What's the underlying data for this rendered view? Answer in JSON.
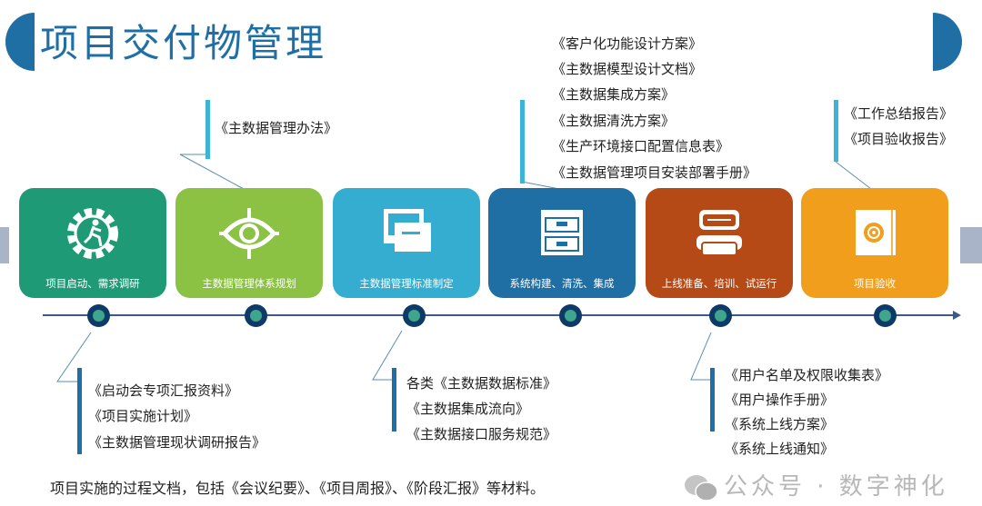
{
  "title": "项目交付物管理",
  "colors": {
    "title": "#1f6fa5",
    "stage1": "#1e9b76",
    "stage2": "#8bc243",
    "stage3": "#35add0",
    "stage4": "#1f6fa5",
    "stage5": "#b54a17",
    "stage6": "#f09e1c"
  },
  "stages": [
    {
      "label": "项目启动、需求调研",
      "icon": "gear-runner-icon"
    },
    {
      "label": "主数据管理体系规划",
      "icon": "eye-target-icon"
    },
    {
      "label": "主数据管理标准制定",
      "icon": "folders-icon"
    },
    {
      "label": "系统构建、清洗、集成",
      "icon": "cabinet-icon"
    },
    {
      "label": "上线准备、培训、试运行",
      "icon": "printer-icon"
    },
    {
      "label": "项目验收",
      "icon": "email-book-icon"
    }
  ],
  "upper_docs": [
    [
      "《主数据管理办法》"
    ],
    [
      "《客户化功能设计方案》",
      "《主数据模型设计文档》",
      "《主数据集成方案》",
      "《主数据清洗方案》",
      "《生产环境接口配置信息表》",
      "《主数据管理项目安装部署手册》"
    ],
    [
      "《工作总结报告》",
      "《项目验收报告》"
    ]
  ],
  "lower_docs": [
    [
      "《启动会专项汇报资料》",
      "《项目实施计划》",
      "《主数据管理现状调研报告》"
    ],
    [
      "各类《主数据数据标准》",
      "《主数据集成流向》",
      "《主数据接口服务规范》"
    ],
    [
      "《用户名单及权限收集表》",
      "《用户操作手册》",
      "《系统上线方案》",
      "《系统上线通知》"
    ]
  ],
  "footnote": "项目实施的过程文档，包括《会议纪要》、《项目周报》、《阶段汇报》等材料。",
  "watermark": "公众号 · 数字神化"
}
